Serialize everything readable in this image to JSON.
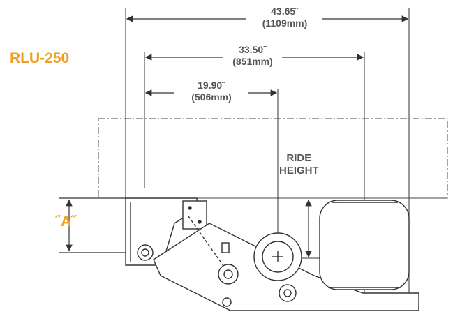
{
  "model": "RLU-250",
  "dimensions": [
    {
      "value": "43.65˝",
      "metric": "(1109mm)"
    },
    {
      "value": "33.50˝",
      "metric": "(851mm)"
    },
    {
      "value": "19.90˝",
      "metric": "(506mm)"
    }
  ],
  "ride_height": {
    "line1": "RIDE",
    "line2": "HEIGHT"
  },
  "a_label": "˝A˝",
  "colors": {
    "accent": "#f0a020",
    "line": "#333333",
    "text": "#555555"
  }
}
